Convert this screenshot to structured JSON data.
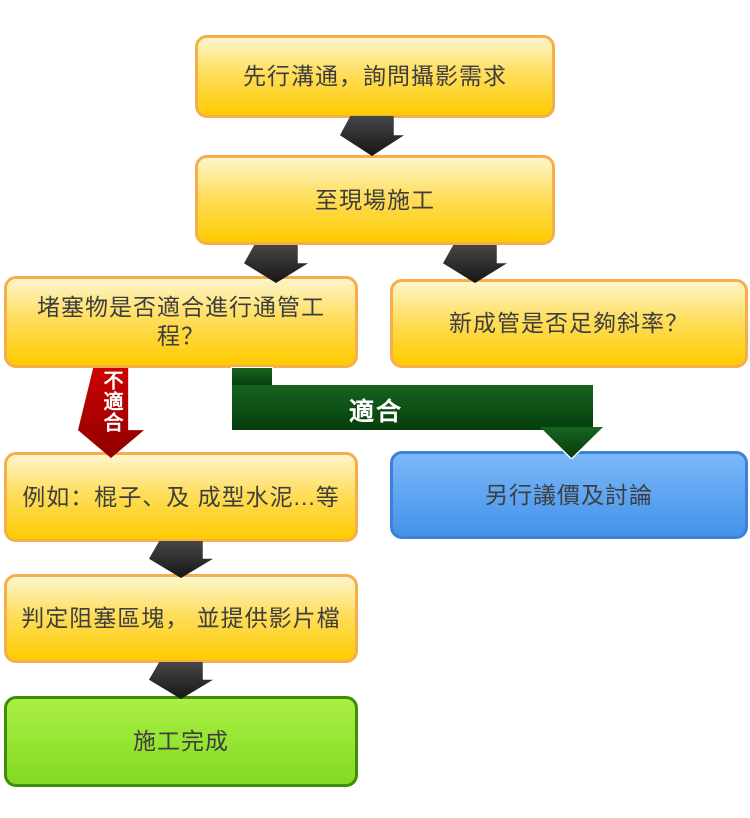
{
  "flow": {
    "nodes": {
      "communicate": {
        "label": "先行溝通，詢問攝影需求"
      },
      "go_to_site": {
        "label": "至現場施工"
      },
      "blockage_question": {
        "label": "堵塞物是否適合進行通管工程？"
      },
      "slope_question": {
        "label": "新成管是否足夠斜率？"
      },
      "negotiate": {
        "label": "另行議價及討論"
      },
      "examples": {
        "label": "例如：棍子、及 成型水泥...等"
      },
      "judge_blockage": {
        "label": "判定阻塞區塊， 並提供影片檔"
      },
      "complete": {
        "label": "施工完成"
      }
    },
    "edges": {
      "not_suitable_label": "不適合",
      "suitable_label": "適合"
    },
    "colors": {
      "yellow_node_fill_top": "#FDF6CC",
      "yellow_node_fill_bottom": "#FFCB00",
      "yellow_node_border": "#F5AE4B",
      "blue_node_fill_top": "#7AB8F8",
      "blue_node_fill_bottom": "#4492EB",
      "blue_node_border": "#3B82D8",
      "green_node_fill_top": "#A9EF45",
      "green_node_fill_bottom": "#83DA22",
      "green_node_border": "#3F8E05",
      "black_arrow": "#2B2B2B",
      "red_arrow": "#B50000",
      "dark_green_arrow": "#0D4A15",
      "node_text": "#3E3E3E",
      "edge_label_text": "#FFFFFF"
    }
  }
}
